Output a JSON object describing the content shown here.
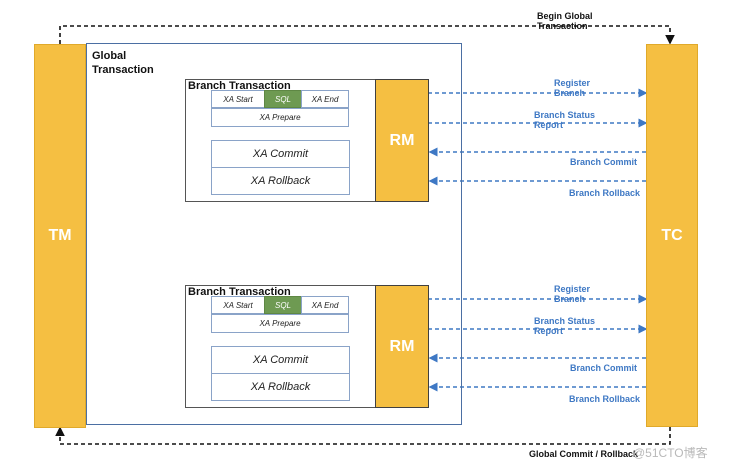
{
  "tm_label": "TM",
  "tc_label": "TC",
  "global_transaction_label": "Global\nTransaction",
  "begin_global_label": "Begin Global\nTransaction",
  "global_commit_rollback_label": "Global Commit / Rollback",
  "branches": [
    {
      "title": "Branch Transaction",
      "xa_start": "XA Start",
      "sql": "SQL",
      "xa_end": "XA End",
      "xa_prepare": "XA Prepare",
      "xa_commit": "XA Commit",
      "xa_rollback": "XA Rollback",
      "rm": "RM",
      "register": "Register\nBranch",
      "status": "Branch Status\nReport",
      "commit": "Branch Commit",
      "rollback": "Branch Rollback"
    },
    {
      "title": "Branch Transaction",
      "xa_start": "XA Start",
      "sql": "SQL",
      "xa_end": "XA End",
      "xa_prepare": "XA Prepare",
      "xa_commit": "XA Commit",
      "xa_rollback": "XA Rollback",
      "rm": "RM",
      "register": "Register\nBranch",
      "status": "Branch Status\nReport",
      "commit": "Branch Commit",
      "rollback": "Branch Rollback"
    }
  ],
  "watermark": "@51CTO博客",
  "colors": {
    "bar": "#f5bf42",
    "sql": "#6e9a52",
    "arrow": "#3e78c4",
    "frame": "#4b6fa3"
  }
}
